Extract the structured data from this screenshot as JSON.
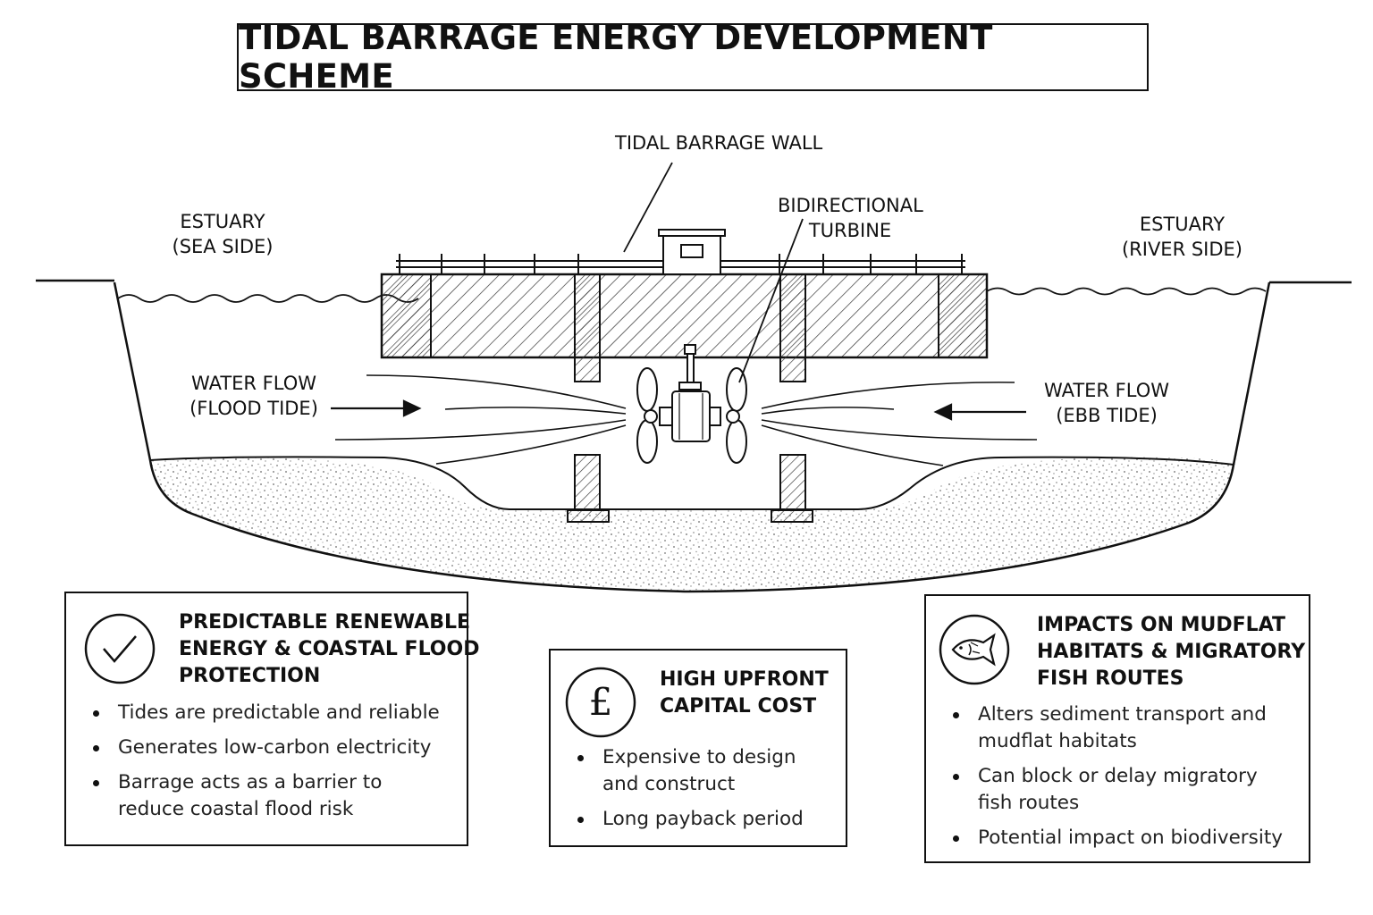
{
  "title": "TIDAL BARRAGE ENERGY DEVELOPMENT SCHEME",
  "labels": {
    "barrage_wall": "TIDAL BARRAGE WALL",
    "turbine": [
      "BIDIRECTIONAL",
      "TURBINE"
    ],
    "sea_side": [
      "ESTUARY",
      "(SEA SIDE)"
    ],
    "river_side": [
      "ESTUARY",
      "(RIVER SIDE)"
    ],
    "flood_flow": [
      "WATER FLOW",
      "(FLOOD TIDE)"
    ],
    "ebb_flow": [
      "WATER FLOW",
      "(EBB TIDE)"
    ]
  },
  "cards": [
    {
      "icon": "check-icon",
      "heading": [
        "PREDICTABLE RENEWABLE",
        "ENERGY & COASTAL FLOOD",
        "PROTECTION"
      ],
      "bullets": [
        [
          "Tides are predictable and reliable"
        ],
        [
          "Generates low-carbon electricity"
        ],
        [
          "Barrage acts as a barrier to",
          "reduce coastal flood risk"
        ]
      ]
    },
    {
      "icon": "pound-icon",
      "icon_glyph": "£",
      "heading": [
        "HIGH UPFRONT",
        "CAPITAL COST"
      ],
      "bullets": [
        [
          "Expensive to design",
          "and construct"
        ],
        [
          "Long payback period"
        ]
      ]
    },
    {
      "icon": "fish-icon",
      "heading": [
        "IMPACTS ON MUDFLAT",
        "HABITATS & MIGRATORY",
        "FISH ROUTES"
      ],
      "bullets": [
        [
          "Alters sediment transport and",
          "mudflat habitats"
        ],
        [
          "Can block or delay migratory",
          "fish routes"
        ],
        [
          "Potential impact on biodiversity"
        ]
      ]
    }
  ],
  "colors": {
    "ink": "#111111",
    "paper": "#ffffff",
    "hatch": "#333333",
    "sediment": "#777777"
  }
}
